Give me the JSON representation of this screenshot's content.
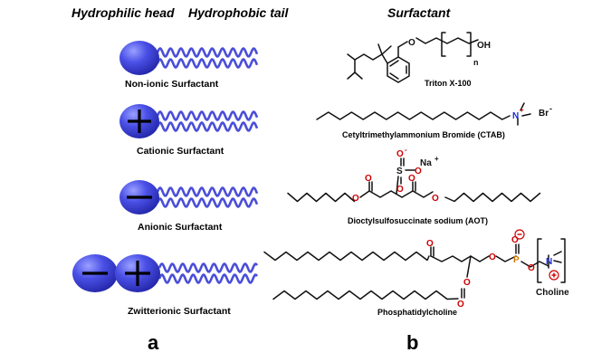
{
  "headers": {
    "head": "Hydrophilic head",
    "tail": "Hydrophobic tail",
    "surfactant": "Surfactant"
  },
  "surfactants": [
    {
      "type": "Non-ionic Surfactant",
      "compound": "Triton X-100"
    },
    {
      "type": "Cationic Surfactant",
      "compound": "Cetyltrimethylammonium Bromide (CTAB)"
    },
    {
      "type": "Anionic Surfactant",
      "compound": "Dioctylsulfosuccinate sodium (AOT)"
    },
    {
      "type": "Zwitterionic Surfactant",
      "compound": "Phosphatidylcholine"
    }
  ],
  "atoms": {
    "oh": "OH",
    "n": "n",
    "o": "O",
    "br": "Br",
    "br_charge": "-",
    "n_atom": "N",
    "plus": "+",
    "na": "Na",
    "o_minus": "O",
    "minus": "-",
    "s": "S",
    "p": "P",
    "choline": "Choline"
  },
  "panels": {
    "a": "a",
    "b": "b"
  },
  "colors": {
    "head": "#3b3fd6",
    "head_light": "#7a80f0",
    "tail": "#4a4ed8",
    "o_red": "#cc0000"
  }
}
